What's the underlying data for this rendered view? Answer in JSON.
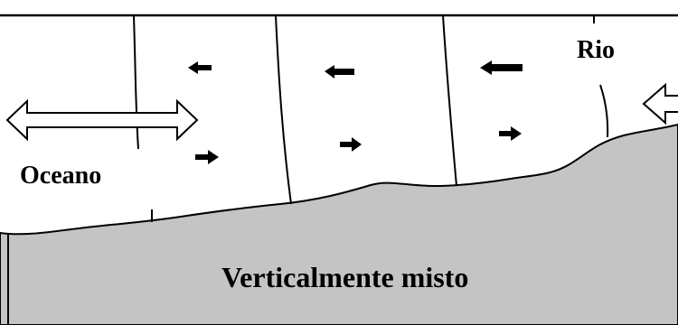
{
  "labels": {
    "ocean": "Oceano",
    "river": "Rio",
    "bottom": "Verticalmente misto"
  },
  "colors": {
    "seabed": "#c4c4c4",
    "line": "#000000",
    "water": "#ffffff"
  },
  "icons": {
    "ocean_exchange": "double-arrow-icon",
    "river_inflow": "left-arrow-icon",
    "flow_upstream": "left-arrow-icon",
    "flow_downstream": "right-arrow-icon"
  }
}
